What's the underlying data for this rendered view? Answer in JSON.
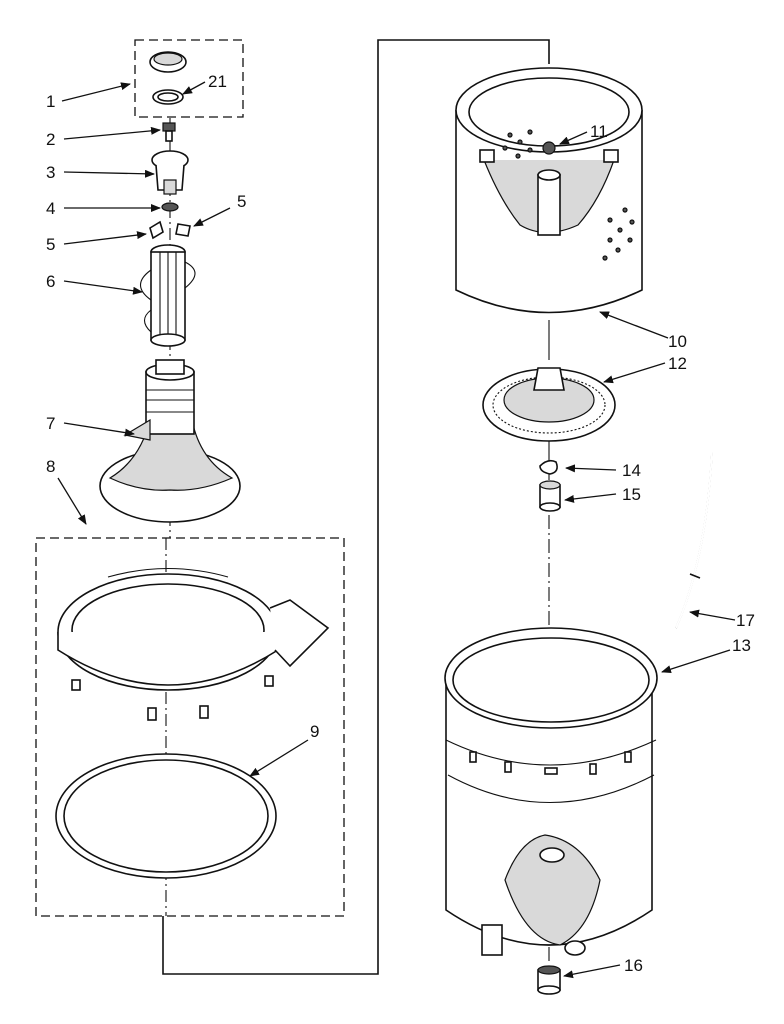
{
  "diagram": {
    "callouts": [
      {
        "id": "c1",
        "label": "1"
      },
      {
        "id": "c21",
        "label": "21"
      },
      {
        "id": "c2",
        "label": "2"
      },
      {
        "id": "c3",
        "label": "3"
      },
      {
        "id": "c4",
        "label": "4"
      },
      {
        "id": "c5a",
        "label": "5"
      },
      {
        "id": "c5b",
        "label": "5"
      },
      {
        "id": "c6",
        "label": "6"
      },
      {
        "id": "c7",
        "label": "7"
      },
      {
        "id": "c8",
        "label": "8"
      },
      {
        "id": "c9",
        "label": "9"
      },
      {
        "id": "c10",
        "label": "10"
      },
      {
        "id": "c11",
        "label": "11"
      },
      {
        "id": "c12",
        "label": "12"
      },
      {
        "id": "c13",
        "label": "13"
      },
      {
        "id": "c14",
        "label": "14"
      },
      {
        "id": "c15",
        "label": "15"
      },
      {
        "id": "c16",
        "label": "16"
      },
      {
        "id": "c17",
        "label": "17"
      }
    ]
  }
}
